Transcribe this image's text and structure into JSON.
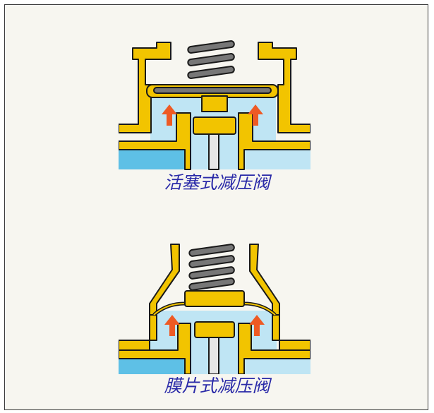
{
  "colors": {
    "body": "#f2c400",
    "outline": "#1a1a1a",
    "fluid_light": "#bfe5f4",
    "fluid_dark": "#5ec0e6",
    "spring": "#777777",
    "arrow": "#ee5a24",
    "caption": "#2a2aa8",
    "background": "#f7f6f0"
  },
  "diagrams": [
    {
      "kind": "piston",
      "caption": "活塞式减压阀"
    },
    {
      "kind": "diaphragm",
      "caption": "膜片式减压阀"
    }
  ]
}
